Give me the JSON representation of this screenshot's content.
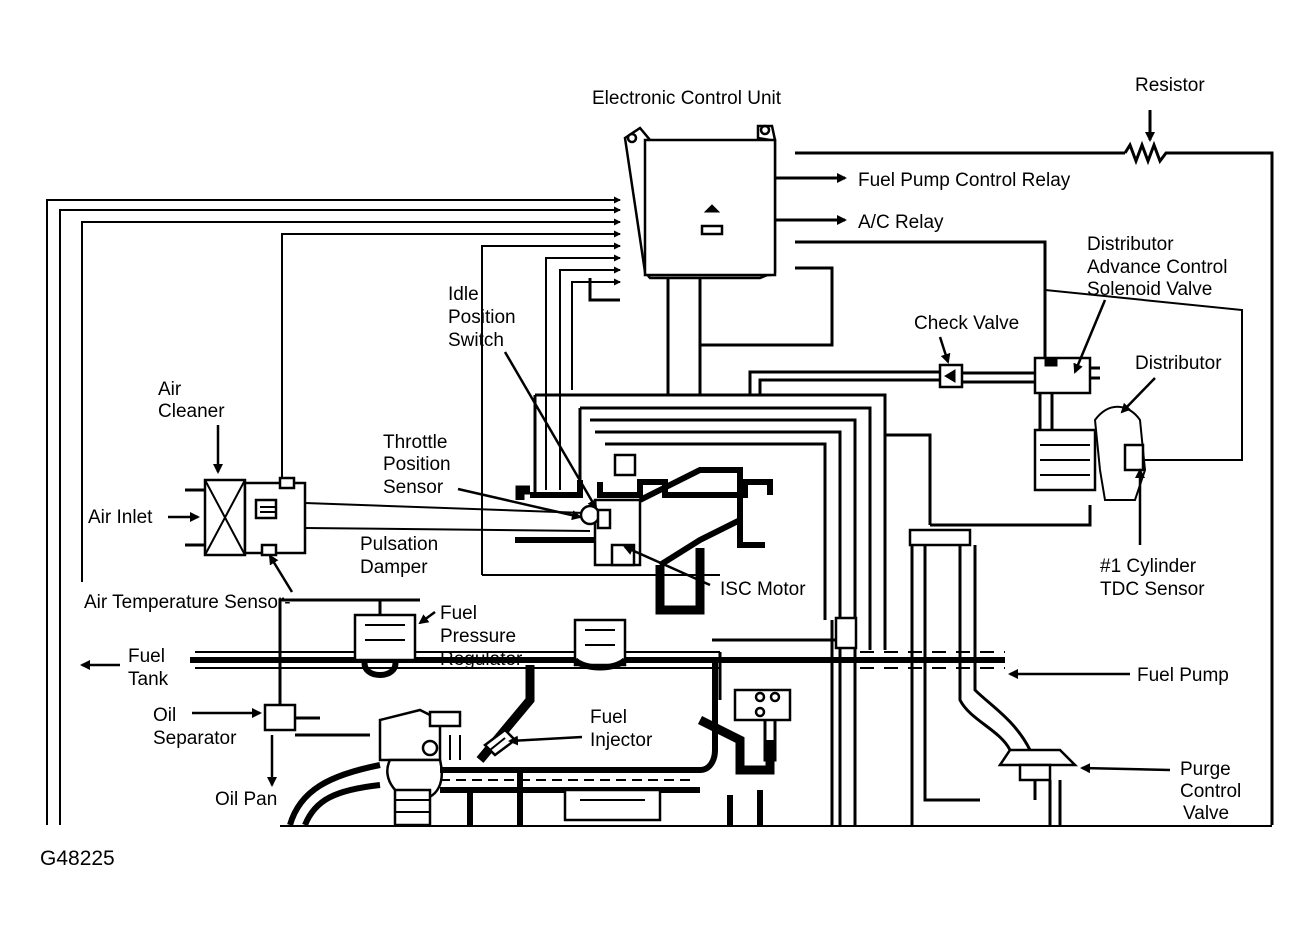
{
  "labels": {
    "ecu": "Electronic Control Unit",
    "resistor": "Resistor",
    "fuel_pump_control_relay": "Fuel Pump Control Relay",
    "ac_relay": "A/C Relay",
    "distributor_advance_1": "Distributor",
    "distributor_advance_2": "Advance Control",
    "distributor_advance_3": "Solenoid Valve",
    "check_valve": "Check Valve",
    "distributor": "Distributor",
    "idle_position_1": "Idle",
    "idle_position_2": "Position",
    "idle_position_3": "Switch",
    "air_cleaner_1": "Air",
    "air_cleaner_2": "Cleaner",
    "throttle_position_1": "Throttle",
    "throttle_position_2": "Position",
    "throttle_position_3": "Sensor",
    "air_inlet": "Air Inlet",
    "pulsation_damper_1": "Pulsation",
    "pulsation_damper_2": "Damper",
    "isc_motor": "ISC Motor",
    "tdc_sensor_1": "#1 Cylinder",
    "tdc_sensor_2": "TDC Sensor",
    "air_temperature_sensor": "Air Temperature Sensor-",
    "fuel_pressure_regulator_1": "Fuel",
    "fuel_pressure_regulator_2": "Pressure",
    "fuel_pressure_regulator_3": "Regulator",
    "fuel_tank_1": "Fuel",
    "fuel_tank_2": "Tank",
    "fuel_pump": "Fuel Pump",
    "oil_separator_1": "Oil",
    "oil_separator_2": "Separator",
    "fuel_injector_1": "Fuel",
    "fuel_injector_2": "Injector",
    "oil_pan": "Oil Pan",
    "purge_control_1": "Purge",
    "purge_control_2": "Control",
    "purge_control_3": "Valve",
    "figure_code": "G48225"
  }
}
